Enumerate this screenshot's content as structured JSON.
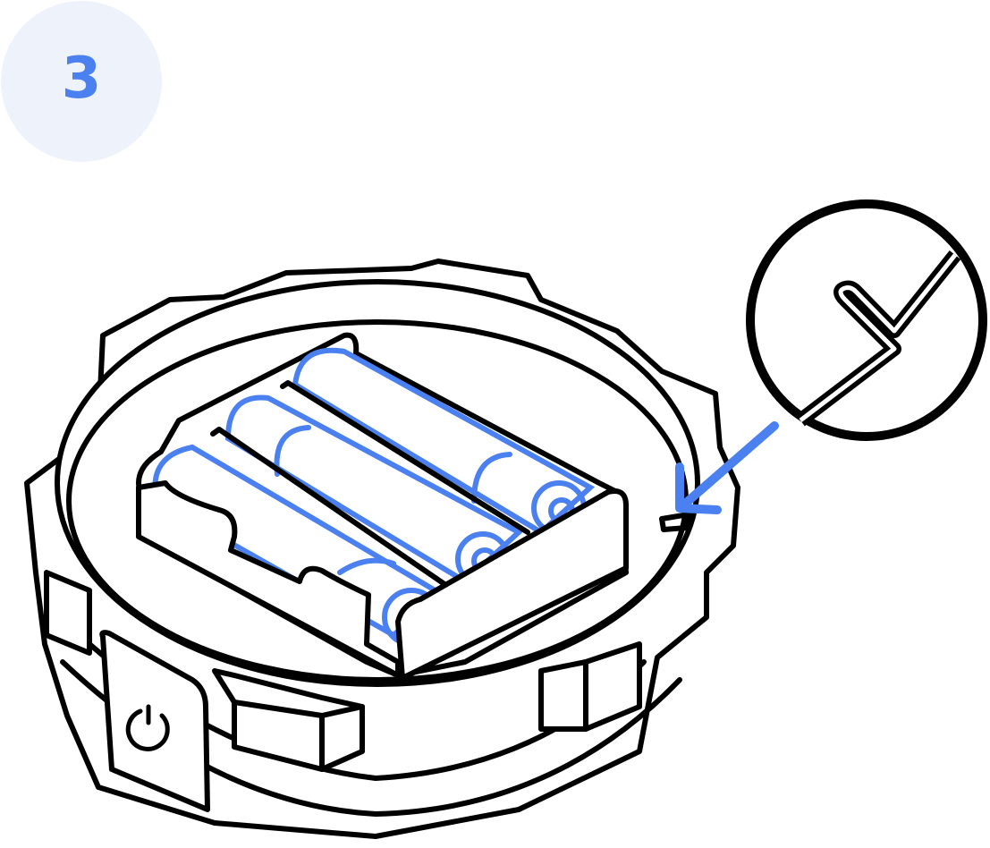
{
  "step": {
    "number": "3",
    "badge_color": "#eef2fb",
    "number_color": "#4a80f0"
  },
  "illustration": {
    "subject": "device-base-battery-compartment",
    "battery_count": 3,
    "battery_type": "AA",
    "callout": "zoom-detail-circle",
    "pointer_arrow_color": "#4a80f0",
    "icons": [
      "power-icon",
      "arrow-icon",
      "magnify-detail-icon"
    ]
  },
  "colors": {
    "accent": "#4a80f0",
    "line": "#000000",
    "background": "#ffffff"
  }
}
